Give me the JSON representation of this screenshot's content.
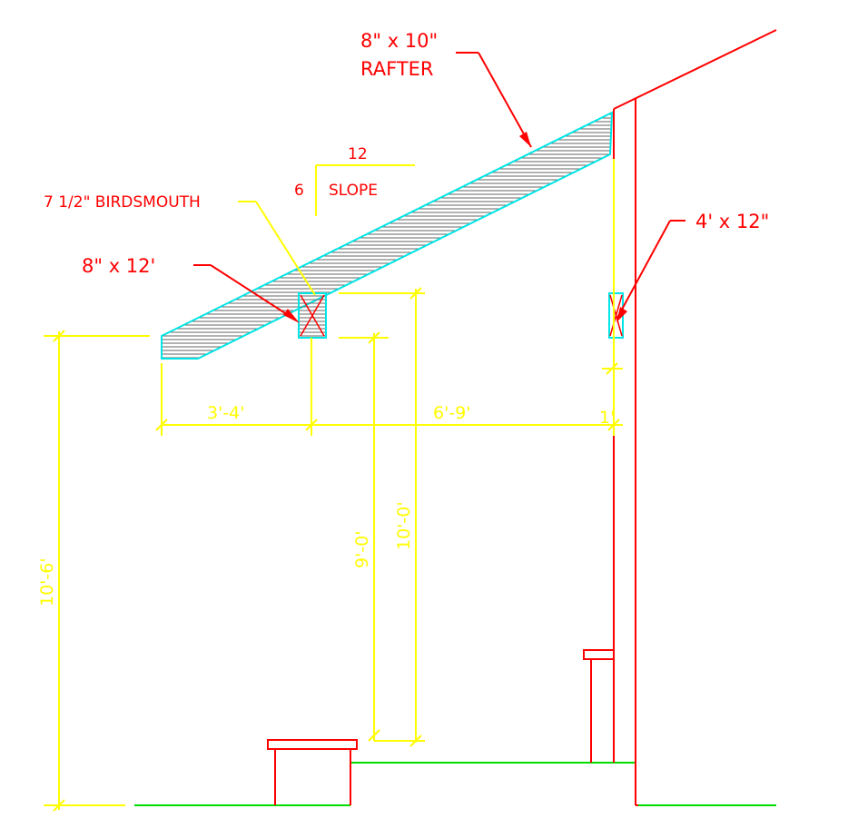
{
  "labels": {
    "rafter_size": "8\" x 10\"",
    "rafter": "RAFTER",
    "slope_rise": "6",
    "slope_run": "12",
    "slope": "SLOPE",
    "birdsmouth": "7 1/2\" BIRDSMOUTH",
    "beam_size": "8\" x 12'",
    "ledger_size": "4' x 12\""
  },
  "dimensions": {
    "overhang": "3'-4'",
    "span": "6'-9'",
    "wall_gap": "1'",
    "height_total": "10'-6'",
    "height_post": "9'-0'",
    "height_beam_top": "10'-0'"
  },
  "colors": {
    "red": "#ff0000",
    "yellow": "#ffff00",
    "cyan": "#00e5e5",
    "green": "#00dd00",
    "hatch": "#666666"
  }
}
